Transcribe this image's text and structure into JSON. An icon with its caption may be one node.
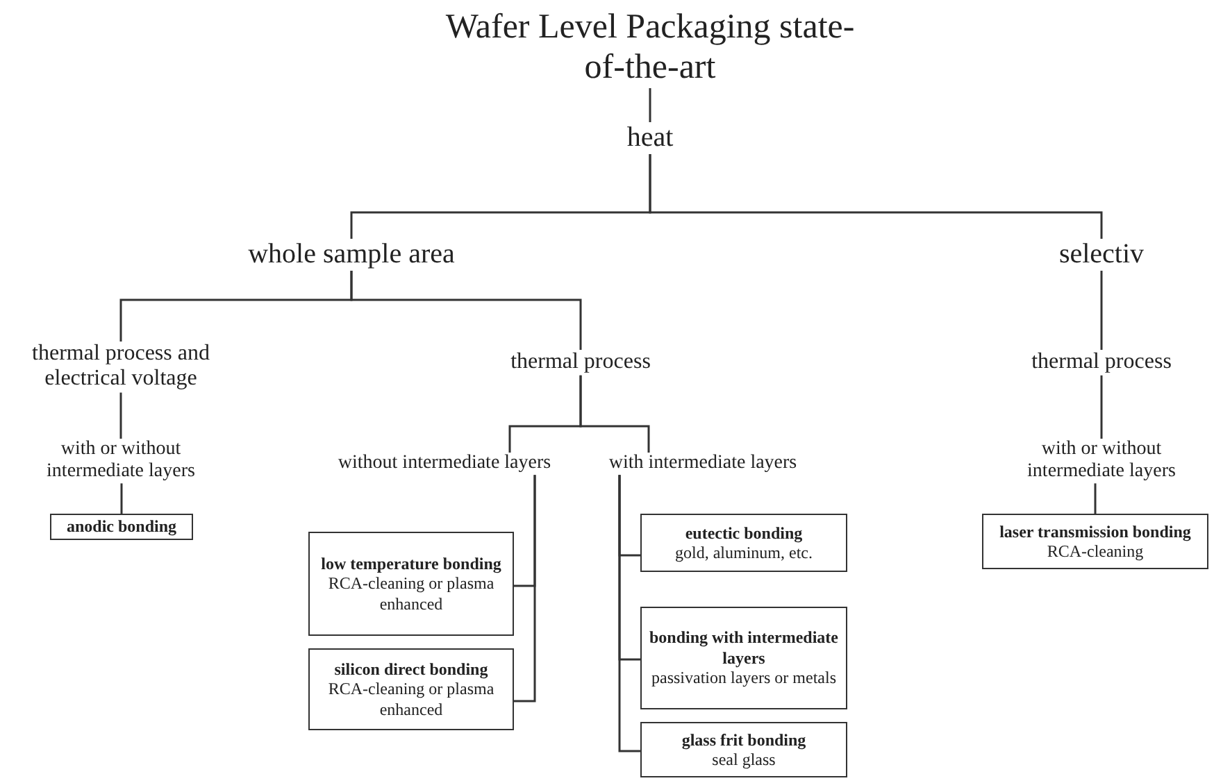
{
  "diagram": {
    "nodes": [
      {
        "text": [
          "Wafer Level Packaging state-of-the-art"
        ]
      },
      {
        "text": [
          "heat"
        ]
      },
      {
        "text": [
          "whole sample area"
        ]
      },
      {
        "text": [
          "selectiv"
        ]
      },
      {
        "text": [
          "thermal process and electrical voltage"
        ]
      },
      {
        "text": [
          "thermal process"
        ]
      },
      {
        "text": [
          "thermal process"
        ]
      },
      {
        "text": [
          "with or without intermediate layers"
        ]
      },
      {
        "text": [
          "anodic bonding"
        ]
      },
      {
        "text": [
          "without intermediate layers"
        ]
      },
      {
        "text": [
          "with intermediate layers"
        ]
      },
      {
        "text": [
          "low temperature bonding",
          "RCA-cleaning or plasma enhanced"
        ]
      },
      {
        "text": [
          "silicon direct bonding",
          "RCA-cleaning or plasma enhanced"
        ]
      },
      {
        "text": [
          "eutectic bonding",
          "gold, aluminum, etc."
        ]
      },
      {
        "text": [
          "bonding with intermediate layers",
          "passivation layers or metals"
        ]
      },
      {
        "text": [
          "glass frit bonding",
          "seal glass"
        ]
      },
      {
        "text": [
          "with or without intermediate layers"
        ]
      },
      {
        "text": [
          "laser transmission bonding",
          "RCA-cleaning"
        ]
      }
    ],
    "edges": [
      {
        "from": 0,
        "to": 1,
        "arrow": "none"
      },
      {
        "from": 1,
        "to": 2,
        "arrow": "none"
      },
      {
        "from": 1,
        "to": 3,
        "arrow": "none"
      },
      {
        "from": 2,
        "to": 4,
        "arrow": "none"
      },
      {
        "from": 2,
        "to": 5,
        "arrow": "none"
      },
      {
        "from": 3,
        "to": 6,
        "arrow": "none"
      },
      {
        "from": 4,
        "to": 7,
        "arrow": "none"
      },
      {
        "from": 7,
        "to": 8,
        "arrow": "none"
      },
      {
        "from": 5,
        "to": 9,
        "arrow": "none"
      },
      {
        "from": 5,
        "to": 10,
        "arrow": "none"
      },
      {
        "from": 9,
        "to": 11,
        "arrow": "none"
      },
      {
        "from": 9,
        "to": 12,
        "arrow": "none"
      },
      {
        "from": 10,
        "to": 13,
        "arrow": "none"
      },
      {
        "from": 10,
        "to": 14,
        "arrow": "none"
      },
      {
        "from": 10,
        "to": 15,
        "arrow": "none"
      },
      {
        "from": 6,
        "to": 16,
        "arrow": "none"
      },
      {
        "from": 16,
        "to": 17,
        "arrow": "none"
      }
    ]
  }
}
